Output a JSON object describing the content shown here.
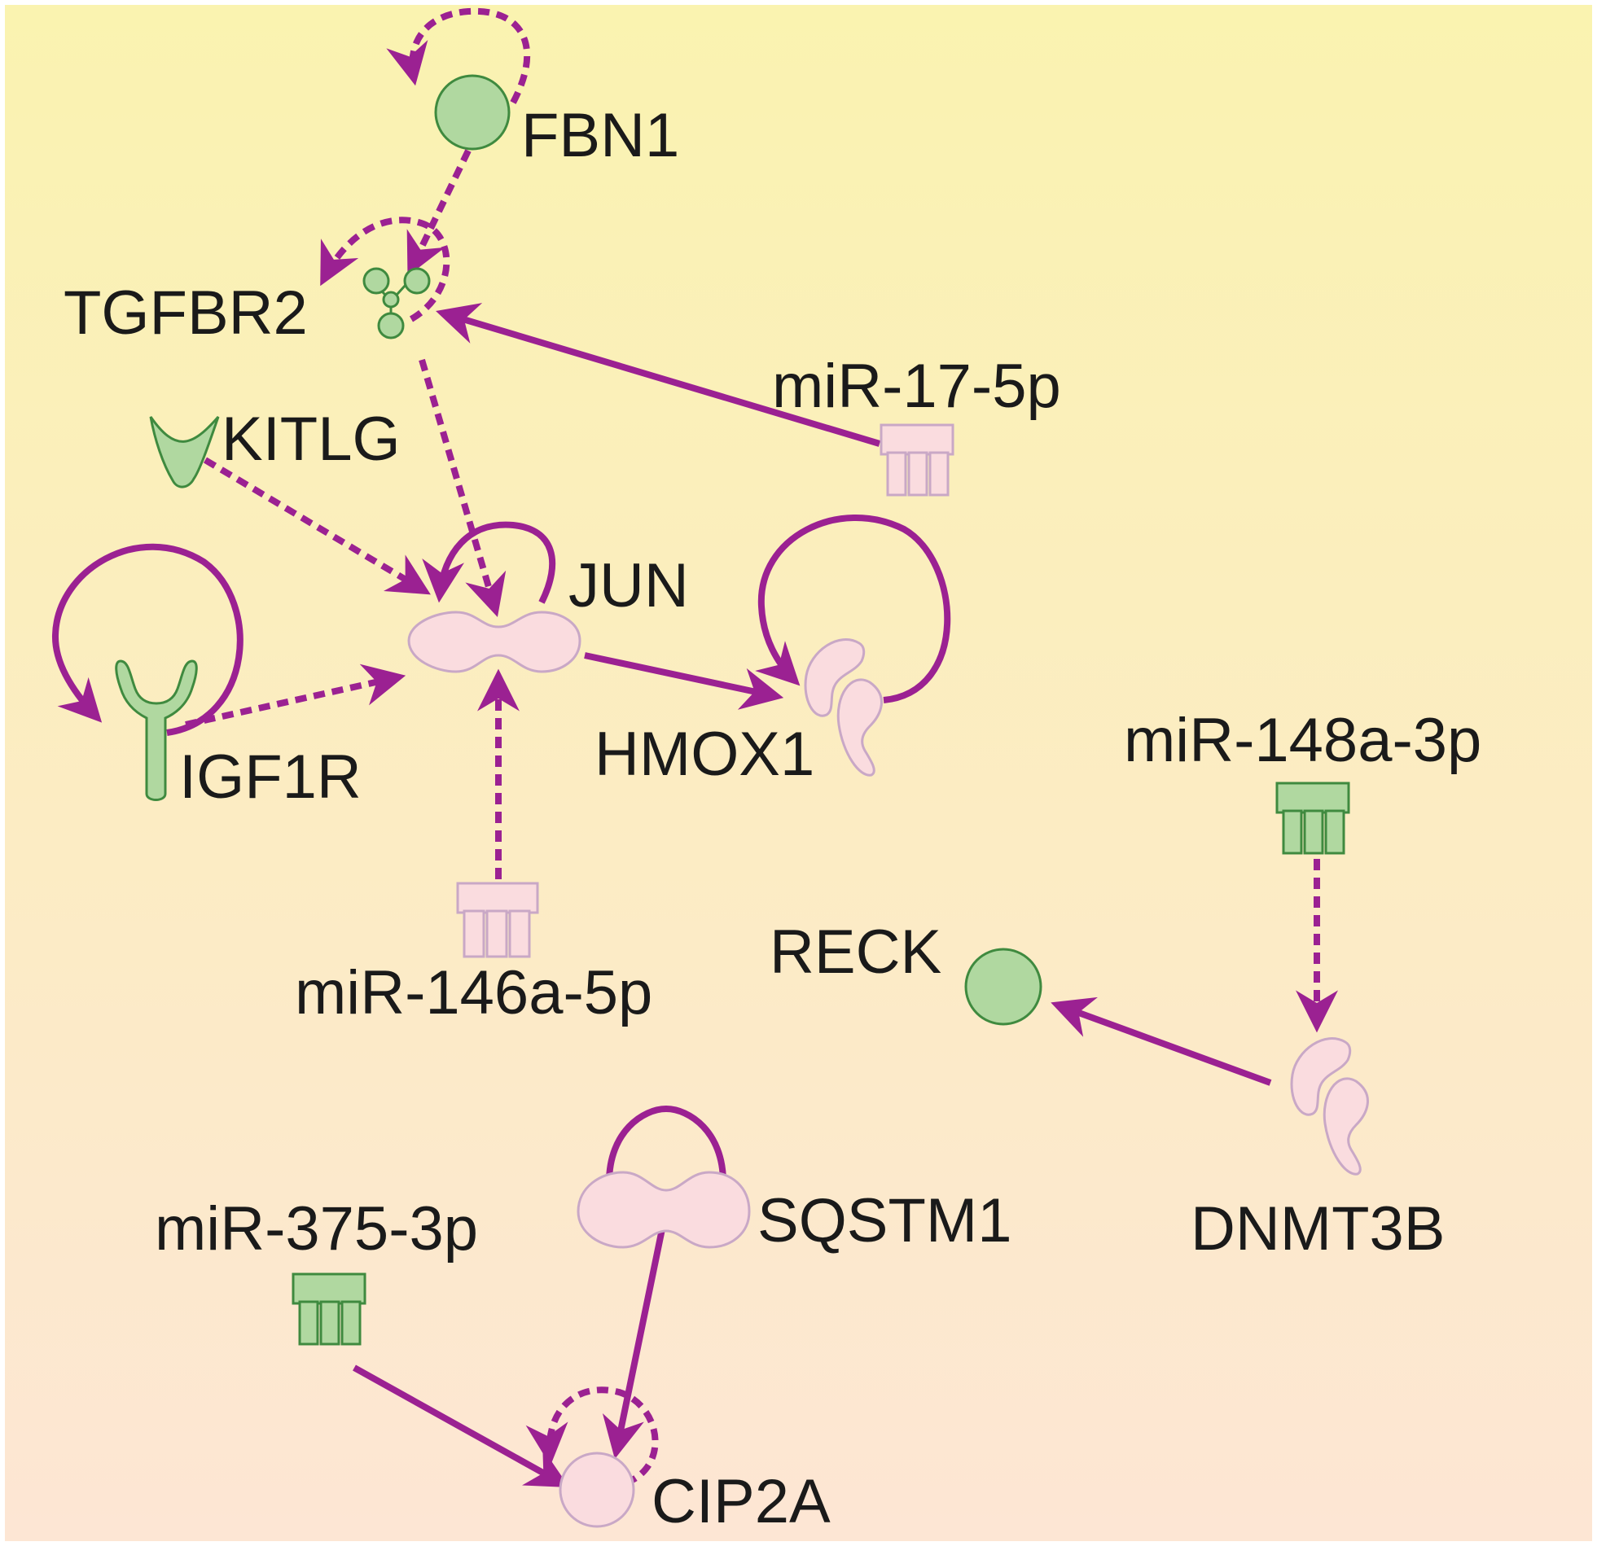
{
  "colors": {
    "edge": "#9b2192",
    "green_fill": "#b0d8a0",
    "green_stroke": "#3f8a3f",
    "pink_fill": "#fadcdf",
    "pink_stroke": "#c9a8c6",
    "background_top": "#faf3b0",
    "background_bottom": "#fde6d4"
  },
  "nodes": {
    "fbn1": {
      "label": "FBN1",
      "shape": "circle",
      "color": "green"
    },
    "tgfbr2": {
      "label": "TGFBR2",
      "shape": "trimer",
      "color": "green"
    },
    "mir17": {
      "label": "miR-17-5p",
      "shape": "mirna",
      "color": "pink"
    },
    "kitlg": {
      "label": "KITLG",
      "shape": "ligand",
      "color": "green"
    },
    "jun": {
      "label": "JUN",
      "shape": "dumbbell",
      "color": "pink"
    },
    "igf1r": {
      "label": "IGF1R",
      "shape": "receptor",
      "color": "green"
    },
    "hmox1": {
      "label": "HMOX1",
      "shape": "enzyme",
      "color": "pink"
    },
    "mir148a": {
      "label": "miR-148a-3p",
      "shape": "mirna",
      "color": "green"
    },
    "mir146a": {
      "label": "miR-146a-5p",
      "shape": "mirna",
      "color": "pink"
    },
    "reck": {
      "label": "RECK",
      "shape": "circle",
      "color": "green"
    },
    "dnmt3b": {
      "label": "DNMT3B",
      "shape": "enzyme",
      "color": "pink"
    },
    "sqstm1": {
      "label": "SQSTM1",
      "shape": "dumbbell",
      "color": "pink"
    },
    "mir375": {
      "label": "miR-375-3p",
      "shape": "mirna",
      "color": "green"
    },
    "cip2a": {
      "label": "CIP2A",
      "shape": "circle",
      "color": "pink"
    }
  },
  "edges": [
    {
      "from": "fbn1",
      "to": "fbn1",
      "style": "dashed",
      "kind": "self"
    },
    {
      "from": "fbn1",
      "to": "tgfbr2",
      "style": "dashed"
    },
    {
      "from": "tgfbr2",
      "to": "tgfbr2",
      "style": "dashed",
      "kind": "self"
    },
    {
      "from": "mir17",
      "to": "tgfbr2",
      "style": "solid"
    },
    {
      "from": "tgfbr2",
      "to": "jun",
      "style": "dashed"
    },
    {
      "from": "kitlg",
      "to": "jun",
      "style": "dashed"
    },
    {
      "from": "jun",
      "to": "jun",
      "style": "solid",
      "kind": "self"
    },
    {
      "from": "igf1r",
      "to": "igf1r",
      "style": "solid",
      "kind": "self"
    },
    {
      "from": "igf1r",
      "to": "jun",
      "style": "dashed"
    },
    {
      "from": "jun",
      "to": "hmox1",
      "style": "solid"
    },
    {
      "from": "hmox1",
      "to": "hmox1",
      "style": "solid",
      "kind": "self"
    },
    {
      "from": "mir146a",
      "to": "jun",
      "style": "dashed"
    },
    {
      "from": "mir148a",
      "to": "dnmt3b",
      "style": "dashed"
    },
    {
      "from": "dnmt3b",
      "to": "reck",
      "style": "solid"
    },
    {
      "from": "sqstm1",
      "to": "sqstm1",
      "style": "solid",
      "kind": "self"
    },
    {
      "from": "sqstm1",
      "to": "cip2a",
      "style": "solid"
    },
    {
      "from": "mir375",
      "to": "cip2a",
      "style": "solid"
    },
    {
      "from": "cip2a",
      "to": "cip2a",
      "style": "dashed",
      "kind": "self"
    }
  ]
}
